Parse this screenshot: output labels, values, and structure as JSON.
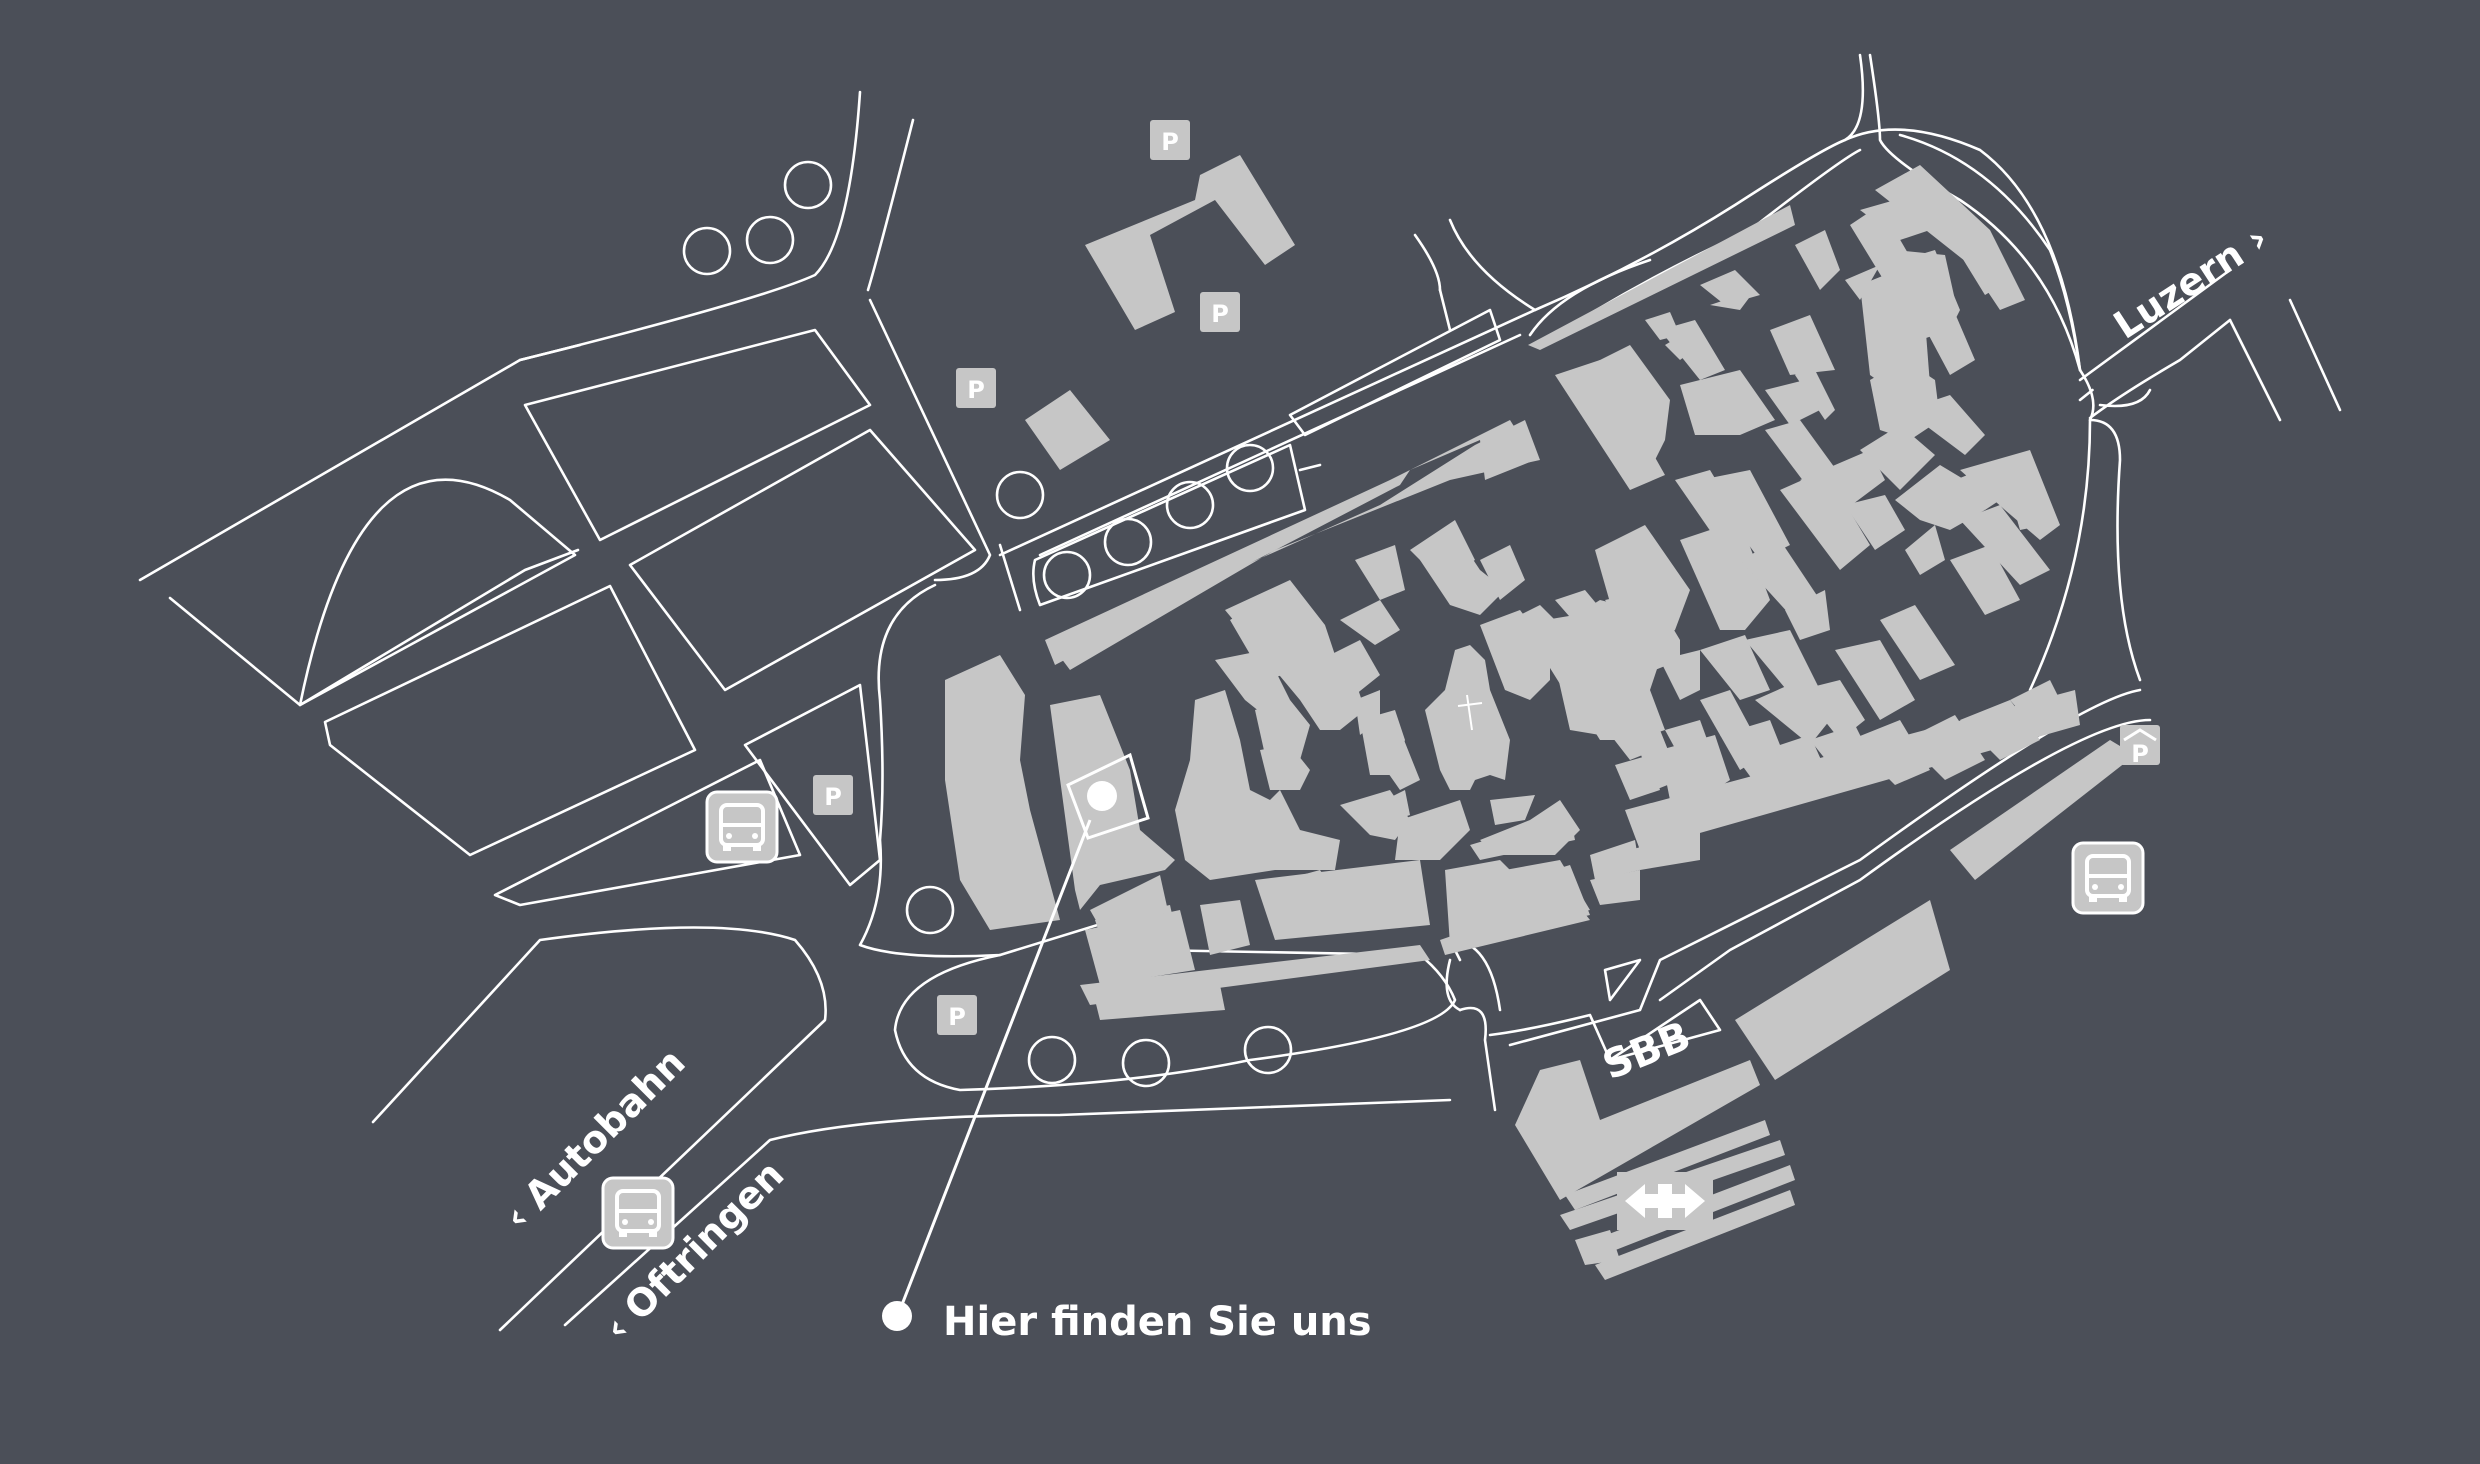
{
  "colors": {
    "background": "#4b4f58",
    "buildings": "#c6c6c6",
    "roads": "#ffffff",
    "labels": "#ffffff"
  },
  "labels": {
    "luzern": "Luzern ›",
    "autobahn": "‹ Autobahn",
    "oftringen": "‹ Oftringen",
    "sbb": "SBB",
    "marker_caption": "Hier finden Sie uns"
  },
  "icons": {
    "parking_letter": "P",
    "parking": "parking-icon",
    "bus": "bus-stop-icon",
    "sbb_logo": "sbb-logo-icon",
    "church": "church-cross-icon",
    "location": "location-marker-icon"
  }
}
